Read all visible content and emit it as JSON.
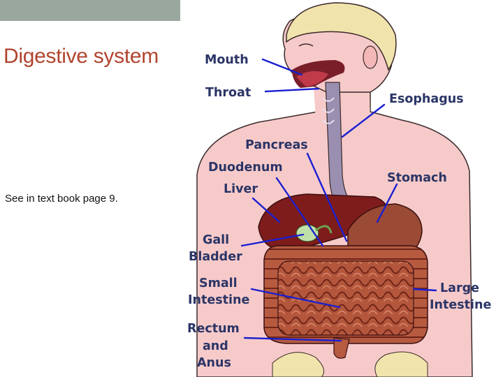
{
  "slide": {
    "title": "Digestive system",
    "note": "See in text book page 9."
  },
  "diagram": {
    "labels": {
      "mouth": "Mouth",
      "throat": "Throat",
      "esophagus": "Esophagus",
      "pancreas": "Pancreas",
      "duodenum": "Duodenum",
      "liver": "Liver",
      "stomach": "Stomach",
      "gall_1": "Gall",
      "gall_2": "Bladder",
      "small_1": "Small",
      "small_2": "Intestine",
      "large_1": "Large",
      "large_2": "Intestine",
      "rectum_1": "Rectum",
      "rectum_2": "and",
      "rectum_3": "Anus"
    },
    "colors": {
      "title": "#b0442d",
      "accent_bar": "#9aa79e",
      "label_text": "#2b3566",
      "pointer": "#1a1fd0",
      "skin": "#f7caca",
      "hair": "#f1e3ac",
      "liver": "#7e1c1c",
      "stomach": "#9b4a35",
      "intestine": "#b3563c",
      "gall_bladder": "#bfe0a6"
    }
  }
}
